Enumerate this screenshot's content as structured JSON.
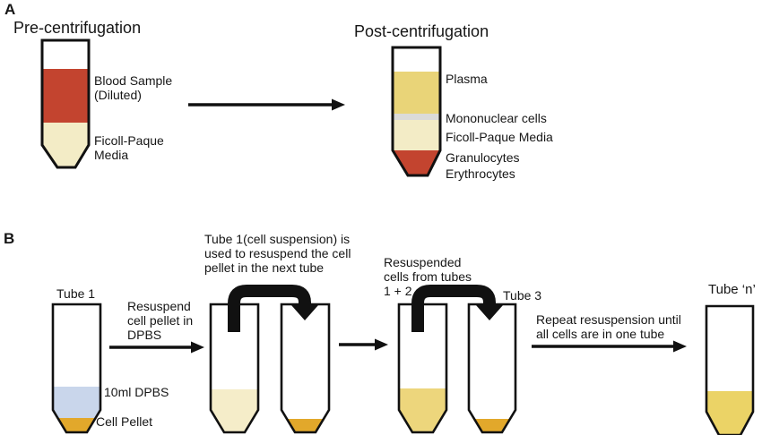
{
  "palette": {
    "outline": "#111111",
    "blood_red": "#C3442F",
    "plasma_yellow": "#E9D478",
    "ficoll_cream": "#F3ECC6",
    "mononuclear_gray": "#DBDBD9",
    "dpbs_blue": "#C9D6EB",
    "pellet_gold": "#E2A82B",
    "suspension_pale": "#F5EDC9",
    "suspension_yellow": "#EDD67C",
    "tube_n_yellow": "#EBD366"
  },
  "panel_a": {
    "tag": "A",
    "pre": {
      "title": "Pre-centrifugation",
      "blood_label": "Blood Sample\n(Diluted)",
      "ficoll_label": "Ficoll-Paque\nMedia"
    },
    "post": {
      "title": "Post-centrifugation",
      "plasma_label": "Plasma",
      "mononuclear_label": "Mononuclear cells",
      "ficoll_label": "Ficoll-Paque Media",
      "granulocytes_label": "Granulocytes\nErythrocytes"
    }
  },
  "panel_b": {
    "tag": "B",
    "tube1_label": "Tube 1",
    "resuspend_arrow_label": "Resuspend\ncell pellet in\nDPBS",
    "dpbs_label": "10ml DPBS",
    "pellet_label": "Cell Pellet",
    "transfer1_caption": "Tube 1(cell suspension) is\nused to resuspend the cell\npellet in the next tube",
    "transfer2_caption": "Resuspended\ncells from tubes\n1 + 2",
    "tube3_label": "Tube 3",
    "repeat_arrow_label": "Repeat resuspension until\nall cells are in one tube",
    "tube_n_label": "Tube ‘n’"
  }
}
